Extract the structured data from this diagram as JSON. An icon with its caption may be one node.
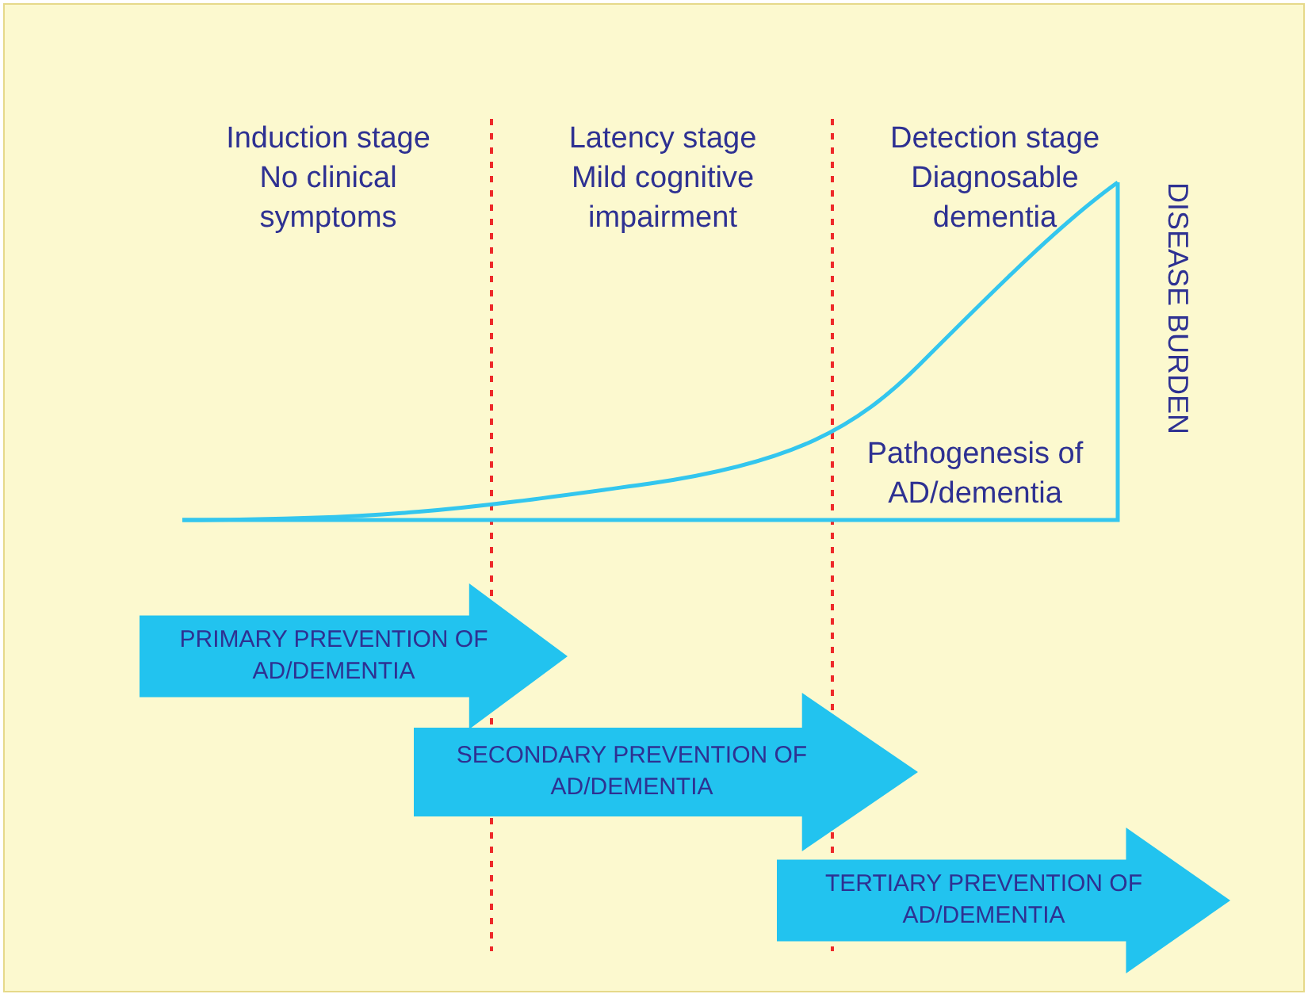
{
  "diagram": {
    "nodes": [
      {
        "text": [
          "PRIMARY PREVENTION OF AD/DEMENTIA"
        ]
      },
      {
        "text": [
          "SECONDARY PREVENTION OF AD/DEMENTIA"
        ]
      },
      {
        "text": [
          "TERTIARY PREVENTION OF AD/DEMENTIA"
        ]
      }
    ],
    "edges": [],
    "labels": [
      "Induction stage No clinical symptoms",
      "Latency stage Mild cognitive impairment",
      "Detection stage Diagnosable dementia",
      "DISEASE BURDEN",
      "Pathogenesis of AD/dementia"
    ]
  }
}
